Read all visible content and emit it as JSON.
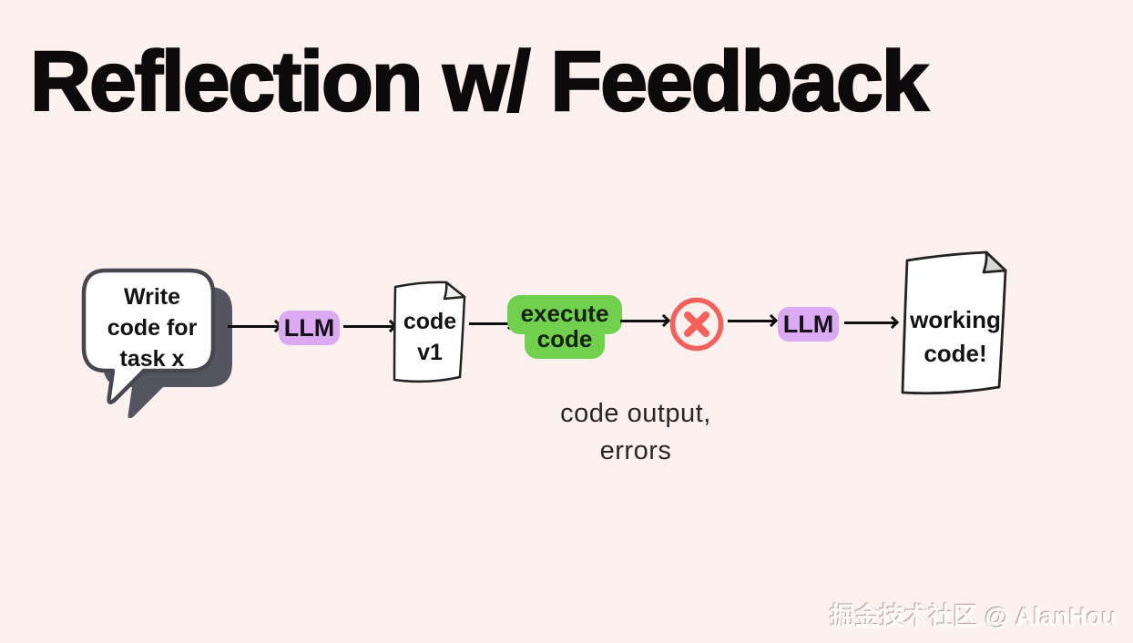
{
  "title": "Reflection w/ Feedback",
  "colors": {
    "background": "#fcf1ef",
    "llm_badge_purple": "#dcaaf2",
    "execute_badge_green": "#71d14f",
    "error_red": "#f4605b",
    "bubble_outline_gray": "#47474f",
    "bubble_shadow_gray": "#54545e",
    "text_black": "#0c0a0b"
  },
  "flow": {
    "prompt_bubble": {
      "lines": [
        "Write",
        "code for",
        "task x"
      ]
    },
    "llm_first": {
      "label": "LLM"
    },
    "code_v1_doc": {
      "lines": [
        "code",
        "v1"
      ]
    },
    "execute_badge": {
      "lines": [
        "execute",
        "code"
      ]
    },
    "error_icon": {
      "name": "error-x-circle"
    },
    "llm_second": {
      "label": "LLM"
    },
    "working_code_doc": {
      "lines": [
        "working",
        "code!"
      ]
    }
  },
  "note": {
    "lines": [
      "code output,",
      "errors"
    ]
  },
  "watermark": "掘金技术社区 @ AlanHou"
}
